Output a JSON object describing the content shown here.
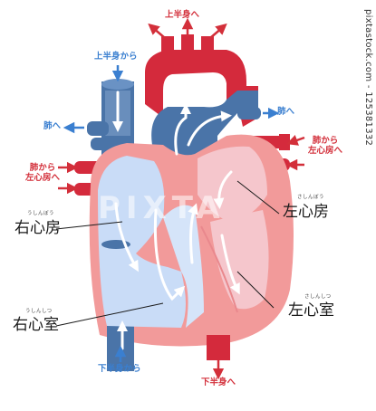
{
  "labels": {
    "upper_body_out": "上半身へ",
    "upper_body_in": "上半身から",
    "to_lung_left": "肺へ",
    "to_lung_right": "肺へ",
    "lung_to_left_atrium_left": "肺から\n左心房へ",
    "lung_to_left_atrium_right": "肺から\n左心房へ",
    "left_atrium": "左心房",
    "left_atrium_ruby": "さしんぼう",
    "right_atrium": "右心房",
    "right_atrium_ruby": "うしんぼう",
    "right_ventricle": "右心室",
    "right_ventricle_ruby": "うしんしつ",
    "left_ventricle": "左心室",
    "left_ventricle_ruby": "さしんしつ",
    "lower_body_in": "下半身から",
    "lower_body_out": "下半身へ"
  },
  "credit": "pixtastock.com - 125381332",
  "watermark": "PIXTA",
  "colors": {
    "artery_red": "#d42a3c",
    "vein_blue": "#4a74a8",
    "heart_pink": "#f29a9a",
    "right_chamber": "#c9dcf7",
    "left_chamber": "#f5c6cc",
    "label_red": "#d32f3a",
    "label_blue": "#3a7fd0"
  }
}
